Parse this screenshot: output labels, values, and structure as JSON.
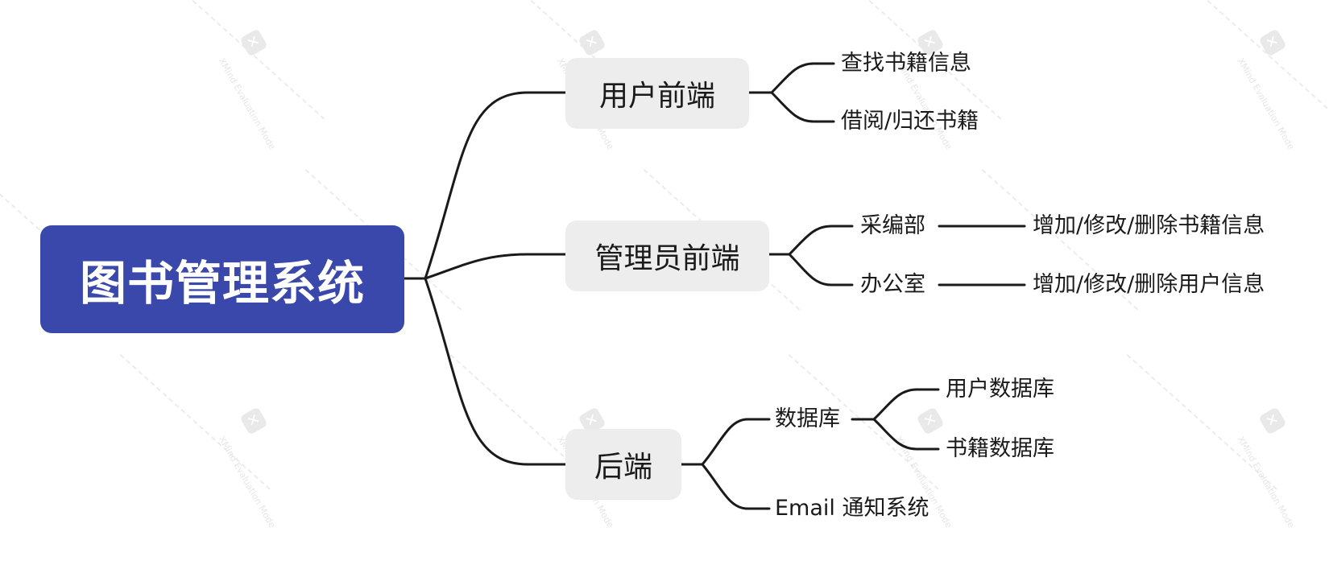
{
  "watermark": {
    "brand": "XMind",
    "sub": "Evaluation Mode",
    "logo_icon": "xmind-logo-icon"
  },
  "colors": {
    "root_bg": "#3a48ab",
    "node_bg": "#ededed",
    "line": "#1a1a1a"
  },
  "mindmap": {
    "root": "图书管理系统",
    "branches": [
      {
        "label": "用户前端",
        "children": [
          {
            "label": "查找书籍信息"
          },
          {
            "label": "借阅/归还书籍"
          }
        ]
      },
      {
        "label": "管理员前端",
        "children": [
          {
            "label": "采编部",
            "child": "增加/修改/删除书籍信息"
          },
          {
            "label": "办公室",
            "child": "增加/修改/删除用户信息"
          }
        ]
      },
      {
        "label": "后端",
        "children": [
          {
            "label": "数据库",
            "children": [
              {
                "label": "用户数据库"
              },
              {
                "label": "书籍数据库"
              }
            ]
          },
          {
            "label": "Email 通知系统"
          }
        ]
      }
    ]
  }
}
